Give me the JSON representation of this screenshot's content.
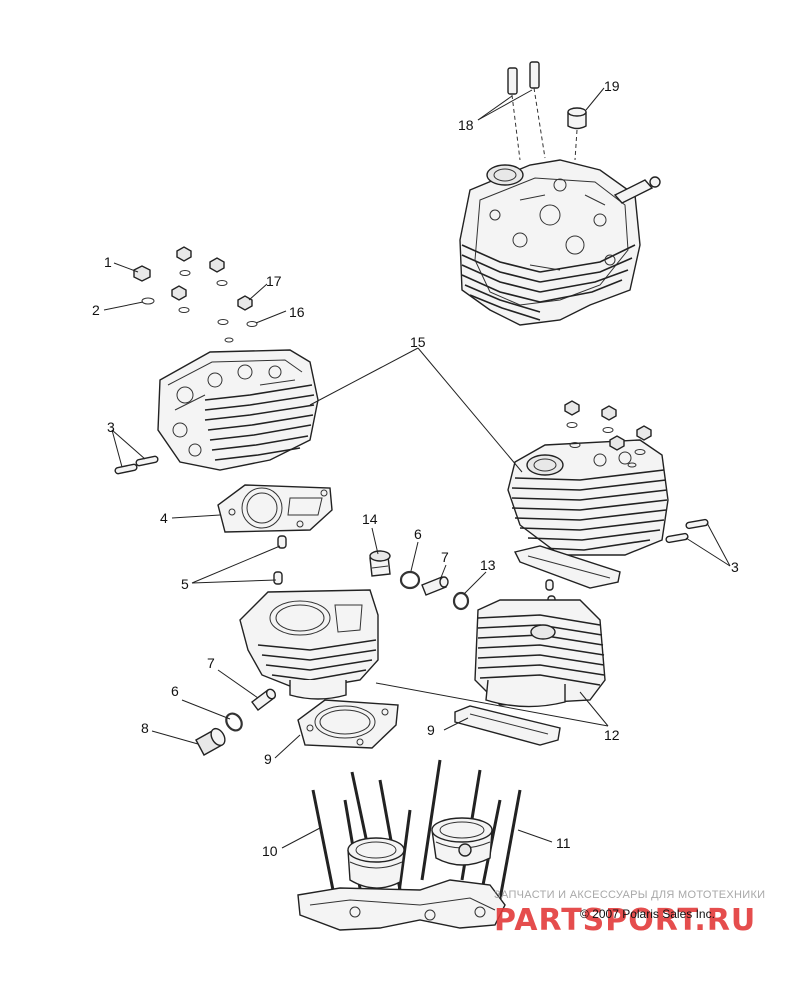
{
  "callouts": {
    "c1": "1",
    "c2": "2",
    "c3a": "3",
    "c3b": "3",
    "c4": "4",
    "c5": "5",
    "c6a": "6",
    "c6b": "6",
    "c7a": "7",
    "c7b": "7",
    "c8": "8",
    "c9a": "9",
    "c9b": "9",
    "c10": "10",
    "c11": "11",
    "c12": "12",
    "c13": "13",
    "c14": "14",
    "c15": "15",
    "c16": "16",
    "c17": "17",
    "c18": "18",
    "c19": "19"
  },
  "watermark": {
    "tagline": "ЗАПЧАСТИ И АКСЕССУАРЫ ДЛЯ МОТОТЕХНИКИ",
    "logo": "PARTSPORT.RU"
  },
  "copyright": "© 2007 Polaris Sales Inc."
}
